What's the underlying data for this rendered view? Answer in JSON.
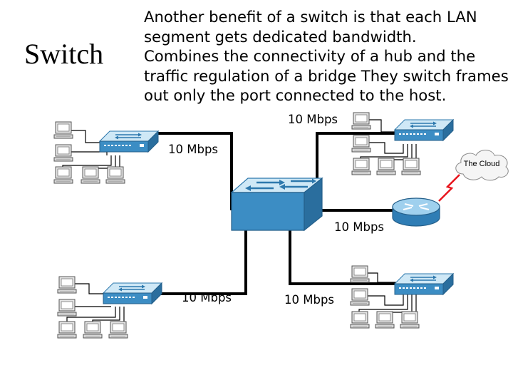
{
  "title": "Switch",
  "description_lines": [
    "Another benefit of a switch is that each LAN",
    "segment gets dedicated bandwidth.",
    "Combines the connectivity of a hub and the",
    "traffic regulation of a bridge They switch frames",
    "out only the port connected to the host."
  ],
  "speeds": {
    "top_right": "10 Mbps",
    "top_left": "10 Mbps",
    "router_link": "10 Mbps",
    "bottom_left": "10 Mbps",
    "bottom_right": "10 Mbps"
  },
  "cloud_label": "The Cloud",
  "colors": {
    "switch_top": "#c9e4f4",
    "switch_front": "#3c8dc4",
    "router": "#4a95cc",
    "lightning": "#e8141c",
    "link": "#000000"
  },
  "icons": [
    "computer-icon",
    "switch-icon",
    "router-icon",
    "cloud-icon",
    "lightning-icon"
  ]
}
